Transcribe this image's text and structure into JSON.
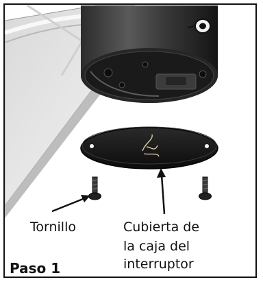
{
  "labels": {
    "screw": "Tornillo",
    "cover_line1": "Cubierta de",
    "cover_line2": "la caja del",
    "cover_line3": "interruptor"
  },
  "step": "Paso 1",
  "colors": {
    "ceiling": "#e6e6e6",
    "housing_dark": "#1c1c1c",
    "cover_plate": "#161616",
    "text": "#111111"
  }
}
